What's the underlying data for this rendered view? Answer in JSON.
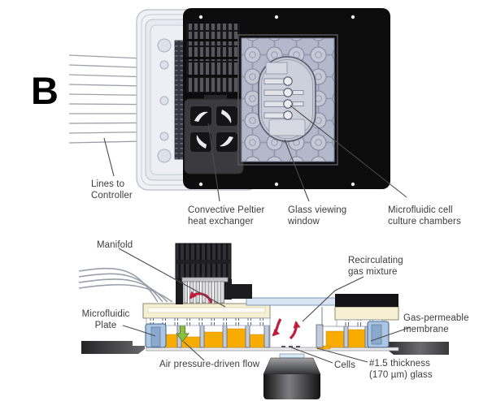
{
  "figure": {
    "panel_label": "B",
    "description_type": "microfluidic-cell-culture-device-diagram"
  },
  "labels": {
    "panel": "B",
    "lines_to_controller": "Lines to\nController",
    "convective_peltier": "Convective Peltier\nheat exchanger",
    "glass_viewing_window": "Glass viewing\nwindow",
    "microfluidic_chambers": "Microfluidic cell\nculture chambers",
    "manifold": "Manifold",
    "recirculating_gas": "Recirculating\ngas mixture",
    "microfluidic_plate": "Microfluidic\nPlate",
    "gas_permeable_membrane": "Gas-permeable\nmembrane",
    "air_pressure_flow": "Air pressure-driven flow",
    "cells": "Cells",
    "glass_thickness": "#1.5 thickness\n(170 µm) glass"
  },
  "colors": {
    "device_black": "#0c0c0d",
    "media_yellow": "#f8ab00",
    "flow_red": "#bf1e3c",
    "flow_green": "#8cbf3f",
    "manifold_cream": "#f6efd2",
    "glass_blue": "#d8e4f2",
    "plate_blue": "#abc5e3",
    "window_plate": "#b3b9cb",
    "label_text": "#3c3c3c"
  }
}
